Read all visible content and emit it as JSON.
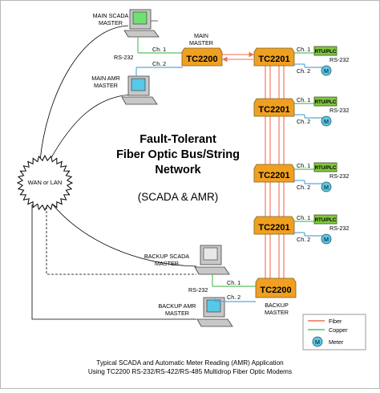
{
  "title": {
    "line1": "Fault-Tolerant",
    "line2": "Fiber Optic Bus/String",
    "line3": "Network",
    "line4": "(SCADA & AMR)"
  },
  "wan_label": "WAN or LAN",
  "computers": {
    "main_scada": [
      "MAIN SCADA",
      "MASTER"
    ],
    "main_amr": [
      "MAIN AMR",
      "MASTER"
    ],
    "backup_scada": [
      "BACKUP SCADA",
      "MASTER"
    ],
    "backup_amr": [
      "BACKUP AMR",
      "MASTER"
    ]
  },
  "main_master_label": [
    "MAIN",
    "MASTER"
  ],
  "backup_master_label": [
    "BACKUP",
    "MASTER"
  ],
  "modems": {
    "main": "TC2200",
    "backup": "TC2200",
    "remote": "TC2201"
  },
  "port_labels": {
    "rs232": "RS-232",
    "ch1": "Ch. 1",
    "ch2": "Ch. 2"
  },
  "rtu_label": "RTU/PLC",
  "meter_symbol": "M",
  "legend": {
    "fiber": "Fiber",
    "copper": "Copper",
    "meter": "Meter"
  },
  "colors": {
    "modem_fill": "#f0a020",
    "fiber": "#f07050",
    "copper": "#58c068",
    "rs232_line": "#58a8d8",
    "rtu_fill": "#80c840",
    "meter_fill": "#58c8e8",
    "screen_scada": "#70e070",
    "screen_amr": "#58c8e8"
  },
  "caption": {
    "line1": "Typical SCADA and Automatic Meter Reading (AMR) Application",
    "line2": "Using TC2200 RS-232/RS-422/RS-485 Multidrop Fiber Optic Modems"
  }
}
